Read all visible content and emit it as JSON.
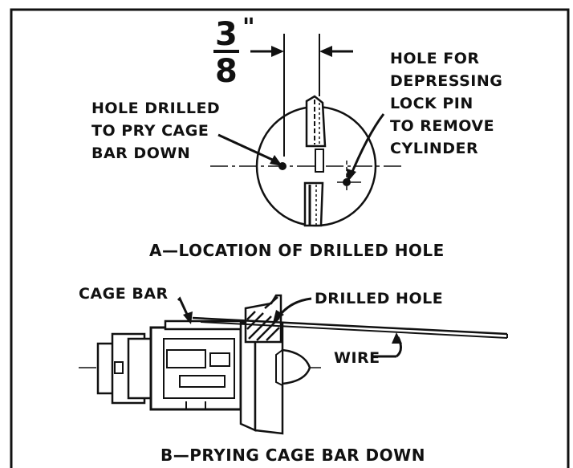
{
  "dimension": {
    "numerator": "3",
    "denominator": "8",
    "unit_mark": "\""
  },
  "labels": {
    "hole_drilled": [
      "HOLE DRILLED",
      "TO PRY CAGE",
      "BAR DOWN"
    ],
    "hole_depressing": [
      "HOLE FOR",
      "DEPRESSING",
      "LOCK PIN",
      "TO REMOVE",
      "CYLINDER"
    ],
    "cage_bar": "CAGE BAR",
    "drilled_hole": "DRILLED HOLE",
    "wire": "WIRE"
  },
  "captions": {
    "a": "A—LOCATION OF DRILLED HOLE",
    "b": "B—PRYING CAGE BAR DOWN"
  },
  "colors": {
    "ink": "#111111",
    "paper": "#ffffff"
  }
}
